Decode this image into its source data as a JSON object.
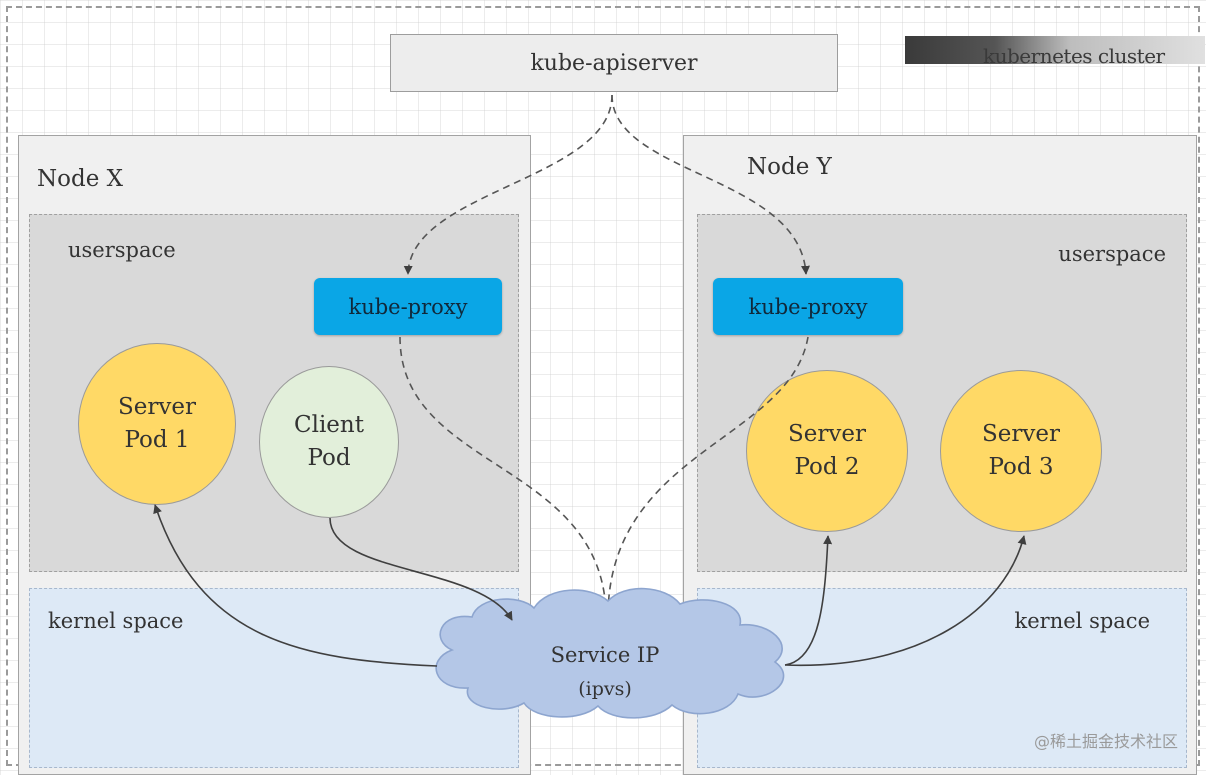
{
  "cluster": {
    "label": "kubernetes cluster"
  },
  "apiserver": {
    "label": "kube-apiserver"
  },
  "nodes": [
    {
      "title": "Node X",
      "userspace_label": "userspace",
      "kernel_label": "kernel space",
      "proxy_label": "kube-proxy",
      "pods": [
        {
          "line1": "Server",
          "line2": "Pod 1",
          "kind": "server"
        },
        {
          "line1": "Client",
          "line2": "Pod",
          "kind": "client"
        }
      ]
    },
    {
      "title": "Node Y",
      "userspace_label": "userspace",
      "kernel_label": "kernel space",
      "proxy_label": "kube-proxy",
      "pods": [
        {
          "line1": "Server",
          "line2": "Pod 2",
          "kind": "server"
        },
        {
          "line1": "Server",
          "line2": "Pod 3",
          "kind": "server"
        }
      ]
    }
  ],
  "service": {
    "line1": "Service IP",
    "line2": "(ipvs)"
  },
  "watermark": "@稀土掘金技术社区",
  "colors": {
    "proxy": "#0aa6e6",
    "server_pod": "#ffd966",
    "client_pod": "#e2efda",
    "userspace": "#d9d9d9",
    "kernel_space": "#dde9f6",
    "service_cloud": "#b4c7e7"
  }
}
